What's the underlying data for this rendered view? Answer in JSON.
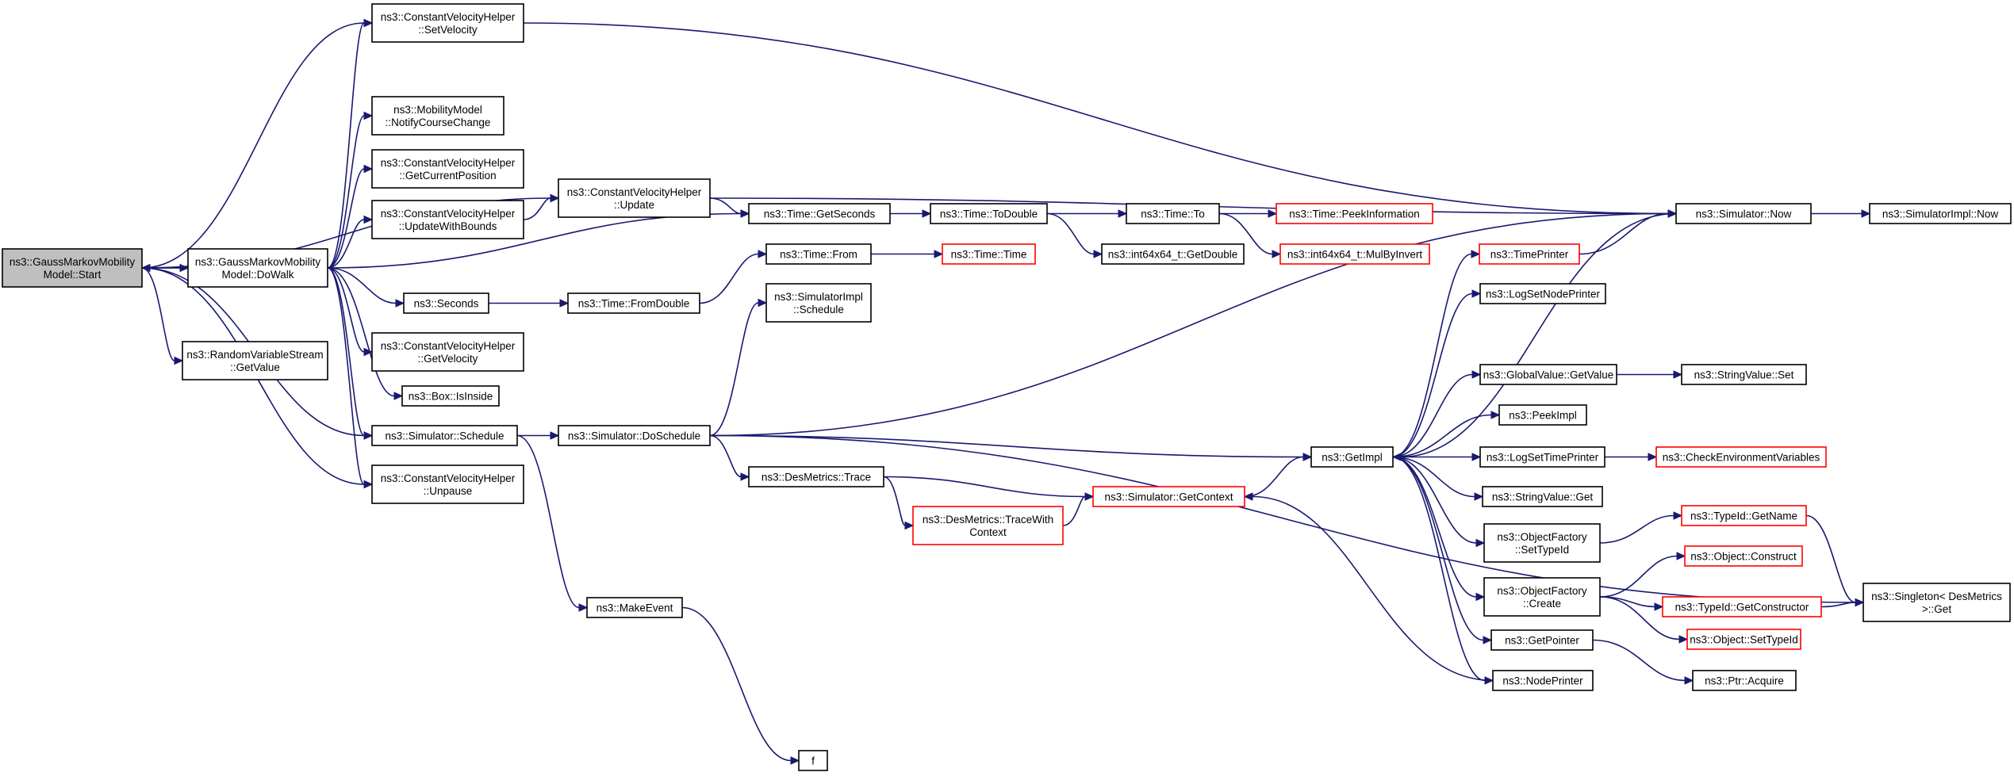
{
  "nodes": [
    {
      "id": "start",
      "lines": [
        "ns3::GaussMarkovMobility",
        "Model::Start"
      ],
      "style": "root"
    },
    {
      "id": "dowalk",
      "lines": [
        "ns3::GaussMarkovMobility",
        "Model::DoWalk"
      ]
    },
    {
      "id": "rvs",
      "lines": [
        "ns3::RandomVariableStream",
        "::GetValue"
      ]
    },
    {
      "id": "setvel",
      "lines": [
        "ns3::ConstantVelocityHelper",
        "::SetVelocity"
      ]
    },
    {
      "id": "notify",
      "lines": [
        "ns3::MobilityModel",
        "::NotifyCourseChange"
      ]
    },
    {
      "id": "getcur",
      "lines": [
        "ns3::ConstantVelocityHelper",
        "::GetCurrentPosition"
      ]
    },
    {
      "id": "updbounds",
      "lines": [
        "ns3::ConstantVelocityHelper",
        "::UpdateWithBounds"
      ]
    },
    {
      "id": "seconds",
      "lines": [
        "ns3::Seconds"
      ]
    },
    {
      "id": "getvel",
      "lines": [
        "ns3::ConstantVelocityHelper",
        "::GetVelocity"
      ]
    },
    {
      "id": "isinside",
      "lines": [
        "ns3::Box::IsInside"
      ]
    },
    {
      "id": "schedule",
      "lines": [
        "ns3::Simulator::Schedule"
      ]
    },
    {
      "id": "unpause",
      "lines": [
        "ns3::ConstantVelocityHelper",
        "::Unpause"
      ]
    },
    {
      "id": "update",
      "lines": [
        "ns3::ConstantVelocityHelper",
        "::Update"
      ]
    },
    {
      "id": "fromdouble",
      "lines": [
        "ns3::Time::FromDouble"
      ]
    },
    {
      "id": "doschedule",
      "lines": [
        "ns3::Simulator::DoSchedule"
      ]
    },
    {
      "id": "makeevent",
      "lines": [
        "ns3::MakeEvent"
      ]
    },
    {
      "id": "f",
      "lines": [
        "f"
      ]
    },
    {
      "id": "getseconds",
      "lines": [
        "ns3::Time::GetSeconds"
      ]
    },
    {
      "id": "timefrom",
      "lines": [
        "ns3::Time::From"
      ]
    },
    {
      "id": "simimplsched",
      "lines": [
        "ns3::SimulatorImpl",
        "::Schedule"
      ]
    },
    {
      "id": "destrace",
      "lines": [
        "ns3::DesMetrics::Trace"
      ]
    },
    {
      "id": "destracectx",
      "lines": [
        "ns3::DesMetrics::TraceWith",
        "Context"
      ],
      "style": "trunc"
    },
    {
      "id": "todouble",
      "lines": [
        "ns3::Time::ToDouble"
      ]
    },
    {
      "id": "timetime",
      "lines": [
        "ns3::Time::Time"
      ],
      "style": "trunc"
    },
    {
      "id": "getcontext",
      "lines": [
        "ns3::Simulator::GetContext"
      ],
      "style": "trunc"
    },
    {
      "id": "timeto",
      "lines": [
        "ns3::Time::To"
      ]
    },
    {
      "id": "getdouble",
      "lines": [
        "ns3::int64x64_t::GetDouble"
      ]
    },
    {
      "id": "peekinfo",
      "lines": [
        "ns3::Time::PeekInformation"
      ],
      "style": "trunc"
    },
    {
      "id": "mulbyinv",
      "lines": [
        "ns3::int64x64_t::MulByInvert"
      ],
      "style": "trunc"
    },
    {
      "id": "getimpl",
      "lines": [
        "ns3::GetImpl"
      ]
    },
    {
      "id": "now",
      "lines": [
        "ns3::Simulator::Now"
      ]
    },
    {
      "id": "implnow",
      "lines": [
        "ns3::SimulatorImpl::Now"
      ]
    },
    {
      "id": "timeprinter",
      "lines": [
        "ns3::TimePrinter"
      ],
      "style": "trunc"
    },
    {
      "id": "lognodeprinter",
      "lines": [
        "ns3::LogSetNodePrinter"
      ]
    },
    {
      "id": "gvgetvalue",
      "lines": [
        "ns3::GlobalValue::GetValue"
      ]
    },
    {
      "id": "peekimpl",
      "lines": [
        "ns3::PeekImpl"
      ]
    },
    {
      "id": "logtimeprinter",
      "lines": [
        "ns3::LogSetTimePrinter"
      ]
    },
    {
      "id": "svget",
      "lines": [
        "ns3::StringValue::Get"
      ]
    },
    {
      "id": "ofsettypeid",
      "lines": [
        "ns3::ObjectFactory",
        "::SetTypeId"
      ]
    },
    {
      "id": "ofcreate",
      "lines": [
        "ns3::ObjectFactory",
        "::Create"
      ]
    },
    {
      "id": "getpointer",
      "lines": [
        "ns3::GetPointer"
      ]
    },
    {
      "id": "nodeprinter",
      "lines": [
        "ns3::NodePrinter"
      ]
    },
    {
      "id": "svset",
      "lines": [
        "ns3::StringValue::Set"
      ]
    },
    {
      "id": "checkenv",
      "lines": [
        "ns3::CheckEnvironmentVariables"
      ],
      "style": "trunc"
    },
    {
      "id": "tidgetname",
      "lines": [
        "ns3::TypeId::GetName"
      ],
      "style": "trunc"
    },
    {
      "id": "objconstruct",
      "lines": [
        "ns3::Object::Construct"
      ],
      "style": "trunc"
    },
    {
      "id": "tidgetctor",
      "lines": [
        "ns3::TypeId::GetConstructor"
      ],
      "style": "trunc"
    },
    {
      "id": "objsettypeid",
      "lines": [
        "ns3::Object::SetTypeId"
      ],
      "style": "trunc"
    },
    {
      "id": "ptracquire",
      "lines": [
        "ns3::Ptr::Acquire"
      ]
    },
    {
      "id": "singleton",
      "lines": [
        "ns3::Singleton< DesMetrics",
        " >::Get"
      ]
    }
  ],
  "edges": [
    [
      "start",
      "dowalk"
    ],
    [
      "start",
      "rvs"
    ],
    [
      "start",
      "setvel"
    ],
    [
      "start",
      "update"
    ],
    [
      "start",
      "schedule"
    ],
    [
      "start",
      "unpause"
    ],
    [
      "dowalk",
      "start"
    ],
    [
      "dowalk",
      "setvel"
    ],
    [
      "dowalk",
      "notify"
    ],
    [
      "dowalk",
      "getcur"
    ],
    [
      "dowalk",
      "updbounds"
    ],
    [
      "dowalk",
      "getseconds"
    ],
    [
      "dowalk",
      "seconds"
    ],
    [
      "dowalk",
      "getvel"
    ],
    [
      "dowalk",
      "isinside"
    ],
    [
      "dowalk",
      "schedule"
    ],
    [
      "dowalk",
      "unpause"
    ],
    [
      "setvel",
      "now"
    ],
    [
      "updbounds",
      "update"
    ],
    [
      "update",
      "getseconds"
    ],
    [
      "update",
      "now"
    ],
    [
      "seconds",
      "fromdouble"
    ],
    [
      "fromdouble",
      "timefrom"
    ],
    [
      "timefrom",
      "timetime"
    ],
    [
      "getseconds",
      "todouble"
    ],
    [
      "todouble",
      "timeto"
    ],
    [
      "todouble",
      "getdouble"
    ],
    [
      "timeto",
      "peekinfo"
    ],
    [
      "timeto",
      "mulbyinv"
    ],
    [
      "schedule",
      "doschedule"
    ],
    [
      "schedule",
      "makeevent"
    ],
    [
      "makeevent",
      "f"
    ],
    [
      "doschedule",
      "simimplsched"
    ],
    [
      "doschedule",
      "now"
    ],
    [
      "doschedule",
      "getimpl"
    ],
    [
      "doschedule",
      "destrace"
    ],
    [
      "doschedule",
      "singleton"
    ],
    [
      "destrace",
      "getcontext"
    ],
    [
      "destrace",
      "destracectx"
    ],
    [
      "destracectx",
      "getcontext"
    ],
    [
      "getcontext",
      "getimpl"
    ],
    [
      "getimpl",
      "timeprinter"
    ],
    [
      "getimpl",
      "lognodeprinter"
    ],
    [
      "getimpl",
      "gvgetvalue"
    ],
    [
      "getimpl",
      "peekimpl"
    ],
    [
      "getimpl",
      "logtimeprinter"
    ],
    [
      "getimpl",
      "svget"
    ],
    [
      "getimpl",
      "ofsettypeid"
    ],
    [
      "getimpl",
      "ofcreate"
    ],
    [
      "getimpl",
      "getpointer"
    ],
    [
      "getimpl",
      "nodeprinter"
    ],
    [
      "timeprinter",
      "now"
    ],
    [
      "now",
      "implnow"
    ],
    [
      "now",
      "getimpl"
    ],
    [
      "gvgetvalue",
      "svset"
    ],
    [
      "logtimeprinter",
      "checkenv"
    ],
    [
      "ofsettypeid",
      "tidgetname"
    ],
    [
      "ofcreate",
      "objconstruct"
    ],
    [
      "ofcreate",
      "tidgetctor"
    ],
    [
      "ofcreate",
      "objsettypeid"
    ],
    [
      "tidgetname",
      "singleton"
    ],
    [
      "tidgetctor",
      "singleton"
    ],
    [
      "getpointer",
      "ptracquire"
    ],
    [
      "nodeprinter",
      "getcontext"
    ]
  ],
  "colors": {
    "edge": "#191970",
    "truncated_border": "#ff0000",
    "root_fill": "#bfbfbf"
  }
}
